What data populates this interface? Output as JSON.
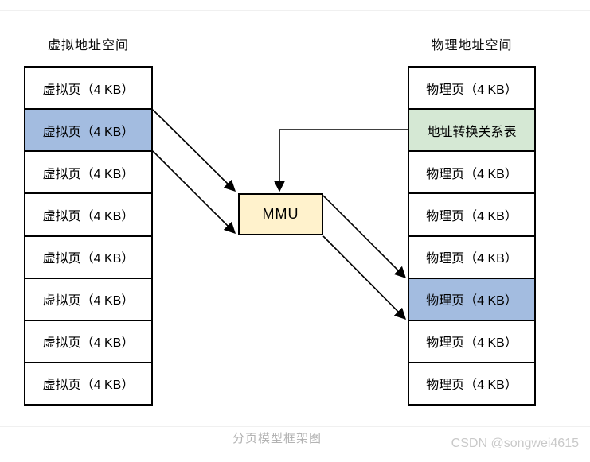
{
  "diagram": {
    "left_column": {
      "title": "虚拟地址空间",
      "rows": [
        {
          "label": "虚拟页（4 KB）",
          "style": ""
        },
        {
          "label": "虚拟页（4 KB）",
          "style": "highlight"
        },
        {
          "label": "虚拟页（4 KB）",
          "style": ""
        },
        {
          "label": "虚拟页（4 KB）",
          "style": ""
        },
        {
          "label": "虚拟页（4 KB）",
          "style": ""
        },
        {
          "label": "虚拟页（4 KB）",
          "style": ""
        },
        {
          "label": "虚拟页（4 KB）",
          "style": ""
        },
        {
          "label": "虚拟页（4 KB）",
          "style": ""
        }
      ]
    },
    "right_column": {
      "title": "物理地址空间",
      "rows": [
        {
          "label": "物理页（4 KB）",
          "style": ""
        },
        {
          "label": "地址转换关系表",
          "style": "table"
        },
        {
          "label": "物理页（4 KB）",
          "style": ""
        },
        {
          "label": "物理页（4 KB）",
          "style": ""
        },
        {
          "label": "物理页（4 KB）",
          "style": ""
        },
        {
          "label": "物理页（4 KB）",
          "style": "highlight"
        },
        {
          "label": "物理页（4 KB）",
          "style": ""
        },
        {
          "label": "物理页（4 KB）",
          "style": ""
        }
      ]
    },
    "mmu_label": "MMU",
    "caption": "分页模型框架图",
    "watermark": "CSDN @songwei4615",
    "colors": {
      "highlight_blue": "#a3bce0",
      "table_green": "#d5e8d4",
      "mmu_yellow": "#fff2cc",
      "line_black": "#000000",
      "caption_gray": "#b3b3b3",
      "watermark_gray": "#c9c9c9"
    }
  }
}
